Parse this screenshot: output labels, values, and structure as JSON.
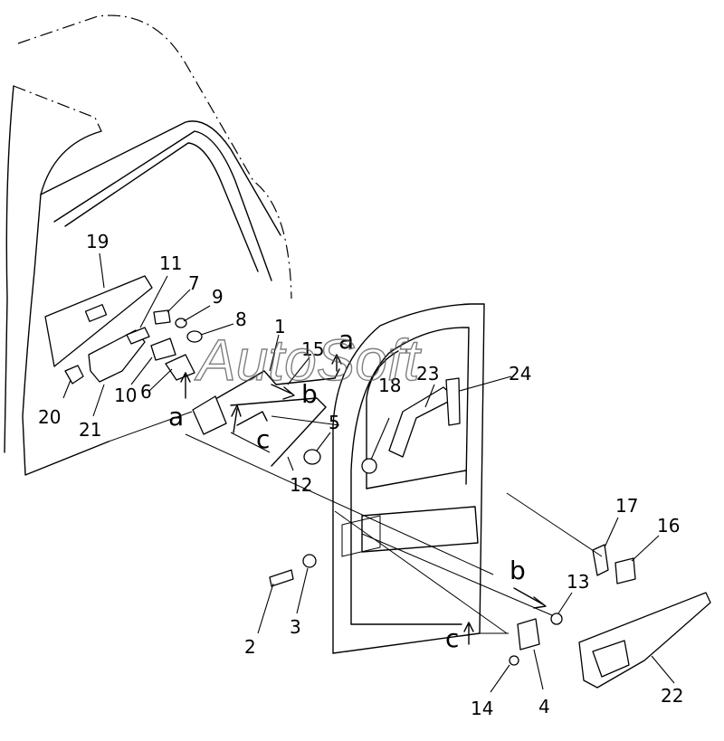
{
  "watermark": "AutoSoft",
  "part_labels": [
    {
      "id": "p1",
      "text": "1"
    },
    {
      "id": "p2",
      "text": "2"
    },
    {
      "id": "p3",
      "text": "3"
    },
    {
      "id": "p4",
      "text": "4"
    },
    {
      "id": "p5",
      "text": "5"
    },
    {
      "id": "p6",
      "text": "6"
    },
    {
      "id": "p7",
      "text": "7"
    },
    {
      "id": "p8",
      "text": "8"
    },
    {
      "id": "p9",
      "text": "9"
    },
    {
      "id": "p10",
      "text": "10"
    },
    {
      "id": "p11",
      "text": "11"
    },
    {
      "id": "p12",
      "text": "12"
    },
    {
      "id": "p13",
      "text": "13"
    },
    {
      "id": "p14",
      "text": "14"
    },
    {
      "id": "p15",
      "text": "15"
    },
    {
      "id": "p16",
      "text": "16"
    },
    {
      "id": "p17",
      "text": "17"
    },
    {
      "id": "p18",
      "text": "18"
    },
    {
      "id": "p19",
      "text": "19"
    },
    {
      "id": "p20",
      "text": "20"
    },
    {
      "id": "p21",
      "text": "21"
    },
    {
      "id": "p22",
      "text": "22"
    },
    {
      "id": "p23",
      "text": "23"
    },
    {
      "id": "p24",
      "text": "24"
    }
  ],
  "ref_marks": {
    "a": "a",
    "b": "b",
    "c": "c"
  }
}
